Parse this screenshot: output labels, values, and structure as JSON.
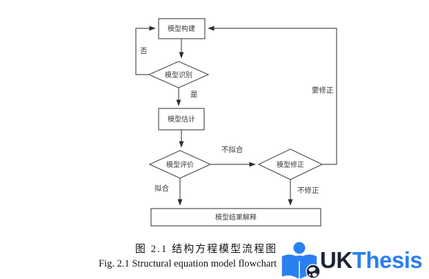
{
  "figure": {
    "nodes": {
      "build": {
        "label": "模型构建"
      },
      "identify": {
        "label": "模型识别"
      },
      "estimate": {
        "label": "模型估计"
      },
      "evaluate": {
        "label": "模型评价"
      },
      "modify": {
        "label": "模型修正"
      },
      "interpret": {
        "label": "模型结果解释"
      }
    },
    "edge_labels": {
      "no": "否",
      "yes": "是",
      "not_fit": "不拟合",
      "need_modify": "要修正",
      "fit": "拟合",
      "no_modify": "不修正"
    }
  },
  "caption": {
    "zh": "图 2.1  结构方程模型流程图",
    "en": "Fig. 2.1 Structural equation model flowchart"
  },
  "logo": {
    "uk": "UK",
    "thesis": "Thesis"
  },
  "colors": {
    "line": "#4d4d4d",
    "arrow": "#2d2d2d",
    "node_border": "#4d4d4d",
    "node_fill": "#ffffff",
    "logo_blue": "#2a7ff1",
    "logo_dark": "#1d2433",
    "background": "#ffffff"
  }
}
